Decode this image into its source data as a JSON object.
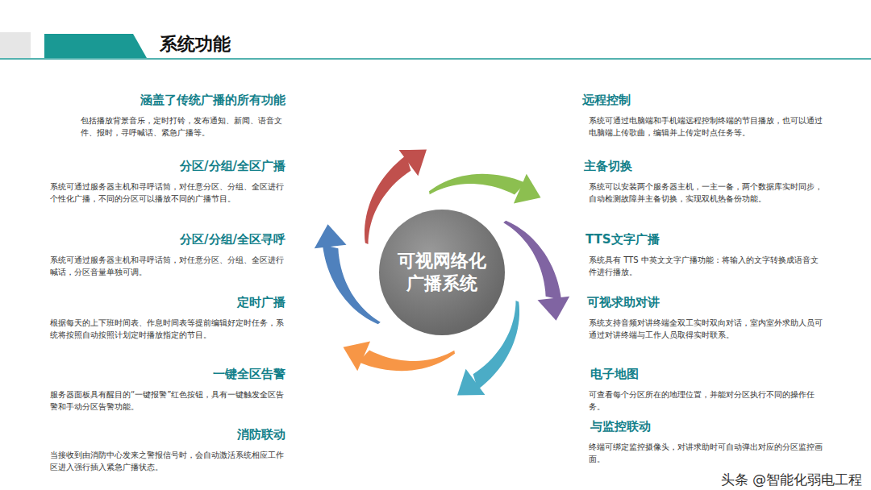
{
  "diagram": {
    "title": "系统功能",
    "nodes": [
      {
        "text": [
          "可视网络化广播系统"
        ]
      }
    ],
    "labels": [
      "涵盖了传统广播的所有功能",
      "包括播放背景音乐，定时打铃，发布通知、新闻、语音文件、报时，寻呼喊话、紧急广播等。",
      "分区/分组/全区广播",
      "系统可通过服务器主机和寻呼话筒，对任意分区、分组、全区进行个性化广播，不同的分区可以播放不同的广播节目。",
      "分区/分组/全区寻呼",
      "系统可通过服务器主机和寻呼话筒，对任意分区、分组、全区进行喊话，分区音量单独可调。",
      "定时广播",
      "根据每天的上下班时间表、作息时间表等提前编辑好定时任务，系统将按照自动按照计划定时播放指定的节目。",
      "一键全区告警",
      "服务器面板具有醒目的“一键报警”红色按钮，具有一键触发全区告警和手动分区告警功能。",
      "消防联动",
      "当接收到由消防中心发来之警报信号时，会自动激活系统相应工作区进入强行插入紧急广播状态。",
      "远程控制",
      "系统可通过电脑端和手机端远程控制终端的节目播放，也可以通过电脑端上传歌曲，编辑并上传定时点任务等。",
      "主备切换",
      "系统可以安装两个服务器主机，一主一备，两个数据库实时同步，自动检测故障并主备切换，实现双机热备份功能。",
      "TTS文字广播",
      "系统具有 TTS 中英文文字广播功能：将输入的文字转换成语音文件进行播放。",
      "可视求助对讲",
      "系统支持音频对讲终端全双工实时双向对话，室内室外求助人员可通过对讲终端与工作人员取得实时联系。",
      "电子地图",
      "可查看每个分区所在的地理位置，并能对分区执行不同的操作任务。",
      "与监控联动",
      "终端可绑定监控摄像头，对讲求助时可自动弹出对应的分区监控画面。",
      "头条 @智能化弱电工程"
    ]
  }
}
